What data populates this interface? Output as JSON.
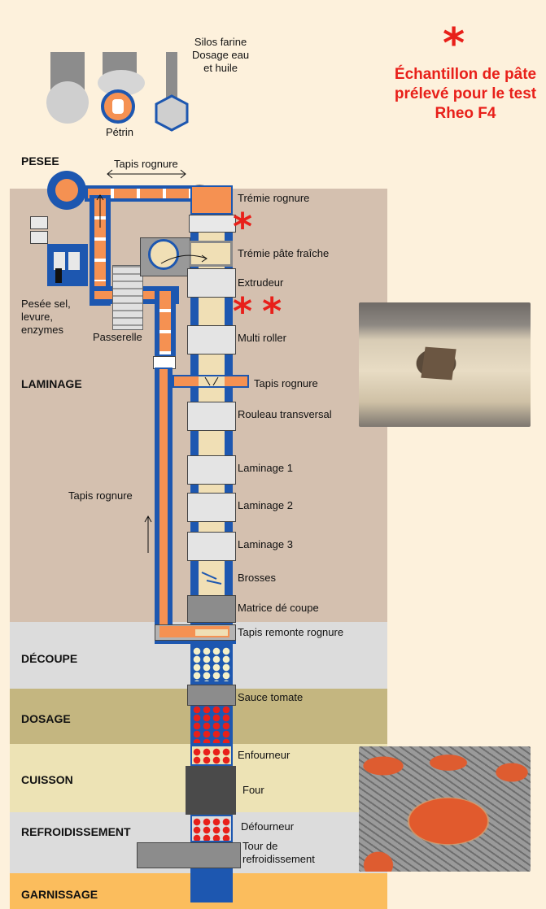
{
  "colors": {
    "background": "#fdf1dc",
    "zone_brown": "#d4c0af",
    "zone_grey": "#dcdcdc",
    "zone_olive": "#c4b680",
    "zone_cream": "#ede3b5",
    "zone_orange": "#fbbd5d",
    "conveyor_blue": "#1d57b0",
    "conveyor_orange": "#f59152",
    "dough_cream": "#f0dfb5",
    "machine_grey": "#e4e4e4",
    "sample_red": "#e8201a"
  },
  "top": {
    "silos_label": "Silos farine\nDosage eau\net huile",
    "petrin_label": "Pétrin"
  },
  "note": {
    "star": "*",
    "text": "Échantillon de pâte prélevé pour le test Rheo F4"
  },
  "sections": {
    "pesee": "PESEE",
    "laminage": "LAMINAGE",
    "decoupe": "DÉCOUPE",
    "dosage": "DOSAGE",
    "cuisson": "CUISSON",
    "refroidissement": "REFROIDISSEMENT",
    "garnissage": "GARNISSAGE"
  },
  "left_labels": {
    "pesee_sel": "Pesée sel,\nlevure,\nenzymes",
    "passerelle": "Passerelle",
    "tapis_rognure_left": "Tapis rognure",
    "tapis_rognure_top": "Tapis rognure"
  },
  "stations": [
    {
      "id": "tremie-rognure",
      "label": "Trémie rognure"
    },
    {
      "id": "tremie-pate",
      "label": "Trémie pâte fraîche"
    },
    {
      "id": "extrudeur",
      "label": "Extrudeur"
    },
    {
      "id": "multi-roller",
      "label": "Multi roller"
    },
    {
      "id": "tapis-rognure",
      "label": "Tapis rognure"
    },
    {
      "id": "rouleau",
      "label": "Rouleau transversal"
    },
    {
      "id": "laminage-1",
      "label": "Laminage 1"
    },
    {
      "id": "laminage-2",
      "label": "Laminage 2"
    },
    {
      "id": "laminage-3",
      "label": "Laminage 3"
    },
    {
      "id": "brosses",
      "label": "Brosses"
    },
    {
      "id": "matrice",
      "label": "Matrice dé coupe"
    },
    {
      "id": "tapis-remonte",
      "label": "Tapis remonte rognure"
    },
    {
      "id": "sauce",
      "label": "Sauce tomate"
    },
    {
      "id": "enfourneur",
      "label": "Enfourneur"
    },
    {
      "id": "four",
      "label": "Four"
    },
    {
      "id": "defourneur",
      "label": "Défourneur"
    },
    {
      "id": "tour",
      "label": "Tour de\nrefroidissement"
    }
  ],
  "sample_markers": {
    "single": "*",
    "double": "* *"
  }
}
